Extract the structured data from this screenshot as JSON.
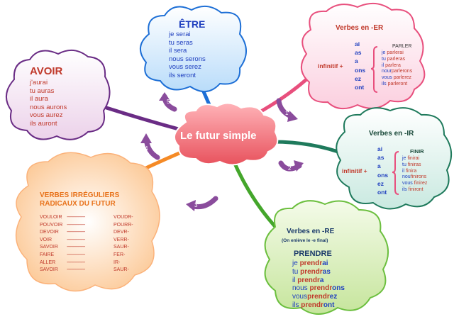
{
  "center": {
    "label": "Le futur simple"
  },
  "etre": {
    "title": "ÊTRE",
    "forms": [
      "je serai",
      "tu seras",
      "il sera",
      "nous serons",
      "vous serez",
      "ils seront"
    ]
  },
  "avoir": {
    "title": "AVOIR",
    "forms": [
      "j'aurai",
      "tu auras",
      "il aura",
      "nous aurons",
      "vous aurez",
      "ils auront"
    ]
  },
  "er": {
    "title": "Verbes en -ER",
    "infinitif": "infinitif +",
    "endings": [
      "ai",
      "as",
      "a",
      "ons",
      "ez",
      "ont"
    ],
    "example_title": "PARLER",
    "example": [
      {
        "stem": "je ",
        "end": "parlerai"
      },
      {
        "stem": "tu ",
        "end": "parleras"
      },
      {
        "stem": "il ",
        "end": "parlera"
      },
      {
        "stem": "nour ",
        "end": "parlerons"
      },
      {
        "stem": "vous ",
        "end": "parlerez"
      },
      {
        "stem": "ils ",
        "end": "parleront"
      }
    ]
  },
  "ir": {
    "title": "Verbes en -IR",
    "infinitif": "infinitif +",
    "endings": [
      "ai",
      "as",
      "a",
      "ons",
      "ez",
      "ont"
    ],
    "example_title": "FINIR",
    "example": [
      {
        "stem": "je ",
        "end": "finirai"
      },
      {
        "stem": "tu ",
        "end": "finiras"
      },
      {
        "stem": "il ",
        "end": "finira"
      },
      {
        "stem": "nou ",
        "end": "finirons"
      },
      {
        "stem": "vous ",
        "end": "finirez"
      },
      {
        "stem": "ils ",
        "end": "finiront"
      }
    ]
  },
  "re": {
    "title": "Verbes en -RE",
    "subtitle": "(On enlève le -e final)",
    "example_title": "PRENDRE",
    "example": [
      {
        "stem": "je ",
        "red": "prendr",
        "blue": "ai"
      },
      {
        "stem": "tu ",
        "red": "prendr",
        "blue": "as"
      },
      {
        "stem": "il ",
        "red": "prendr",
        "blue": "a"
      },
      {
        "stem": "nous ",
        "red": "prendr",
        "blue": "ons"
      },
      {
        "stem": "vous",
        "red": "prendr",
        "blue": "ez"
      },
      {
        "stem": "ils ",
        "red": "prendr",
        "blue": "ont"
      }
    ]
  },
  "irreg": {
    "title_line1": "VERBES IRRÉGULIERS",
    "title_line2": "RADICAUX DU FUTUR",
    "rows": [
      {
        "verb": "VOULOIR",
        "dash": "-------------------",
        "stem": "VOUDR-"
      },
      {
        "verb": "POUVOIR",
        "dash": "-------------------",
        "stem": "POURR-"
      },
      {
        "verb": "DEVOIR",
        "dash": "-------------------",
        "stem": "DEVR-"
      },
      {
        "verb": "VOIR",
        "dash": "-------------------",
        "stem": "VERR-"
      },
      {
        "verb": "SAVOIR",
        "dash": "-------------------",
        "stem": "SAUR-"
      },
      {
        "verb": "FAIRE",
        "dash": "-------------------",
        "stem": "FER-"
      },
      {
        "verb": "ALLER",
        "dash": "-------------------",
        "stem": "IR-"
      },
      {
        "verb": "SAVOIR",
        "dash": "-------------------",
        "stem": "SAUR-"
      }
    ]
  },
  "arrows": [
    "1",
    "2",
    "3",
    "4",
    "5"
  ],
  "colors": {
    "center": "#f27a84",
    "etre": "#cfe6fb",
    "avoir": "#f5e6f3",
    "er": "#fde6ee",
    "ir": "#e1f3ef",
    "re": "#dff0c7",
    "irreg": "#fde2c6",
    "branch_etre": "#1d6fd6",
    "branch_avoir": "#6a2c85",
    "branch_er": "#e84f7d",
    "branch_ir": "#1f7a5c",
    "branch_re": "#44a62b",
    "branch_irreg": "#f58a26",
    "arrow": "#8a4c9c",
    "blue_text": "#1f3fbf",
    "red_text": "#c0392b"
  }
}
